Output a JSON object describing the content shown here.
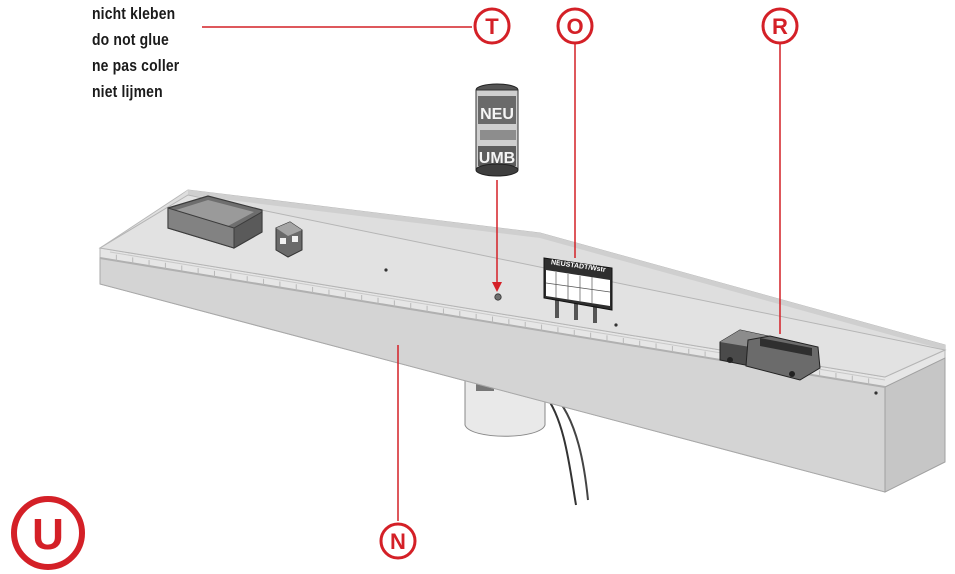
{
  "instructions": {
    "lines": [
      "nicht kleben",
      "do not glue",
      "ne pas coller",
      "niet lijmen"
    ]
  },
  "callouts": {
    "T": "T",
    "O": "O",
    "R": "R",
    "N": "N",
    "U": "U"
  },
  "sign": {
    "text": "NEUSTADT/Wstr"
  },
  "column": {
    "text_top": "NEU",
    "text_bottom": "UMB"
  },
  "colors": {
    "accent": "#d42027",
    "platform": "#dcdcdc",
    "edge": "#bdbdbd"
  }
}
